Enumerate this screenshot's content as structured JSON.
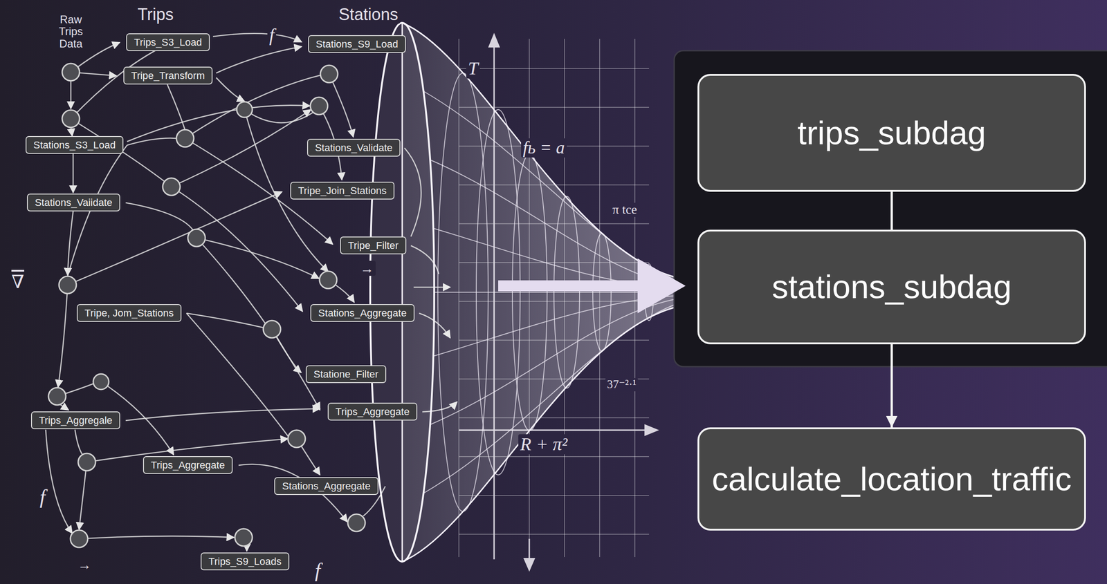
{
  "diagram": {
    "nodes": [
      {
        "text": [
          "Trips_S3_Load"
        ]
      },
      {
        "text": [
          "Tripe_Transform"
        ]
      },
      {
        "text": [
          "Stations_S3_Load"
        ]
      },
      {
        "text": [
          "Stations_Vaiidate"
        ]
      },
      {
        "text": [
          "Tripe, Jom_Stations"
        ]
      },
      {
        "text": [
          "Trips_Aggregale"
        ]
      },
      {
        "text": [
          "Trips_Aggregate"
        ]
      },
      {
        "text": [
          "Trips_S9_Loads"
        ]
      },
      {
        "text": [
          "Stations_S9_Load"
        ]
      },
      {
        "text": [
          "Stations_Validate"
        ]
      },
      {
        "text": [
          "Tripe_Join_Stations"
        ]
      },
      {
        "text": [
          "Tripe_Filter"
        ]
      },
      {
        "text": [
          "Stations_Aggregate"
        ]
      },
      {
        "text": [
          "Statione_Filter"
        ]
      },
      {
        "text": [
          "Trips_Aggregate"
        ]
      },
      {
        "text": [
          "Stations_Aggregate"
        ]
      },
      {
        "text": [
          "trips_subdag"
        ]
      },
      {
        "text": [
          "stations_subdag"
        ]
      },
      {
        "text": [
          "calculate_location_traffic"
        ]
      }
    ],
    "edges": [
      {
        "from": 16,
        "to": 17,
        "arrow": "none"
      },
      {
        "from": 17,
        "to": 18,
        "arrow": "to"
      }
    ],
    "labels": [
      "Raw Trips Data",
      "Trips",
      "Stations",
      "T",
      "fь = a",
      "π tce",
      "37⁻²·¹",
      "R + π²",
      "∇",
      "f",
      "f",
      "f",
      "→",
      "→"
    ]
  }
}
